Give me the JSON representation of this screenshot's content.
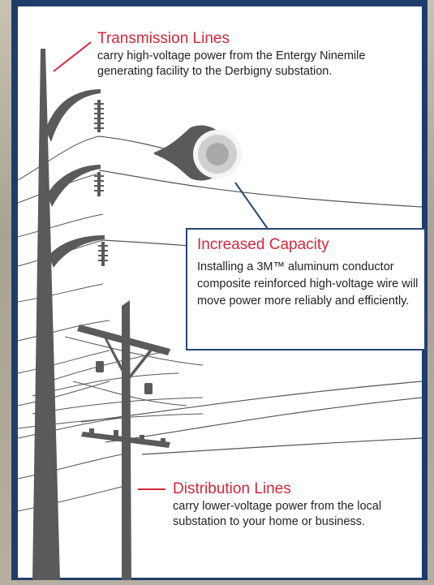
{
  "transmission": {
    "title": "Transmission Lines",
    "description": "carry high-voltage power from the Entergy Ninemile generating facility to the Derbigny substation."
  },
  "capacity": {
    "title": "Increased Capacity",
    "description": "Installing a 3M™ aluminum conductor composite reinforced high-voltage wire will move power more reliably and efficiently."
  },
  "distribution": {
    "title": "Distribution Lines",
    "description": "carry lower-voltage power from the local substation to your home or business."
  },
  "colors": {
    "frame": "#1f3d6b",
    "heading": "#d6273a",
    "pole": "#5a5a5c",
    "wire": "#555555"
  },
  "icons": [
    "transmission-tower-icon",
    "distribution-pole-icon",
    "conductor-cross-section-icon",
    "insulator-icon"
  ]
}
